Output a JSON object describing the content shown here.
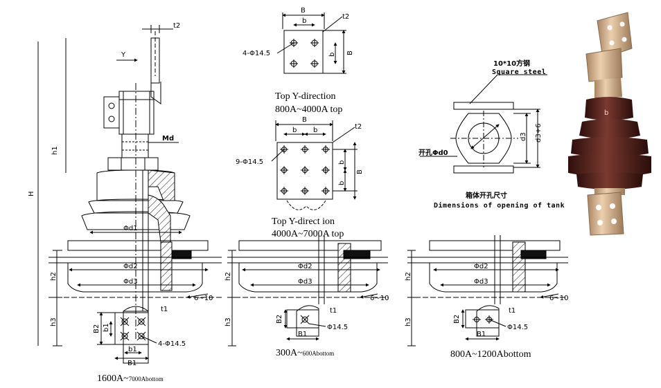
{
  "labels": {
    "t2_top": "t2",
    "Y": "Y",
    "h1": "h1",
    "Md": "Md",
    "H": "H",
    "d1": "Φd1",
    "d2_a": "Φd2",
    "d3_a": "Φd3",
    "h2_a": "h2",
    "h3_a": "h3",
    "t1_a": "t1",
    "gap_a": "6~10",
    "B2_a": "B2",
    "b1_a": "b1",
    "b1_a2": "b1",
    "B1_a": "B1",
    "holes_a": "4-Φ14.5",
    "d2_b": "Φd2",
    "d3_b": "Φd3",
    "h2_b": "h2",
    "h3_b": "h3",
    "t1_b": "t1",
    "gap_b": "6~10",
    "B2_b": "B2",
    "B1_b": "B1",
    "hole_b": "Φ14.5",
    "d2_c": "Φd2",
    "d3_c": "Φd3",
    "h2_c": "h2",
    "h3_c": "h3",
    "t1_c": "t1",
    "gap_c": "6~10",
    "B2_c": "B2",
    "B1_c": "B1",
    "hole_c": "Φ14.5",
    "top4_B": "B",
    "top4_b": "b",
    "top4_b_side": "b",
    "top4_B_side": "B",
    "top4_t2": "t2",
    "top4_holes": "4-Φ14.5",
    "top9_B": "B",
    "top9_b1": "b",
    "top9_b2": "b",
    "top9_b_side1": "b",
    "top9_b_side2": "b",
    "top9_B_side": "B",
    "top9_t2": "t2",
    "top9_holes": "9-Φ14.5",
    "steel_cn": "10*10方钢",
    "steel_en": "Square steel",
    "open_hole": "开孔Φd0",
    "d3_open": "d3",
    "d3_plus6": "d3+6",
    "tank_cn": "箱体开孔尺寸",
    "tank_en": "Dimensions of opening of tank"
  },
  "captions": {
    "top4_line1": "Top Y-direction",
    "top4_line2": "800A~4000A top",
    "top9_line1": "Top Y-direct ion",
    "top9_line2": "4000A~7000A top",
    "left_main": "1600A~",
    "left_small": "7000Abottom",
    "mid_main": "300A~",
    "mid_small": "600Abottom",
    "right_main": "800A~1200Abottom"
  },
  "photo": {
    "badge": "b",
    "colors": {
      "copper": "#d9b48e",
      "copper_dark": "#a98562",
      "porcelain": "#4a1d18",
      "porcelain_light": "#7a3a30"
    }
  }
}
